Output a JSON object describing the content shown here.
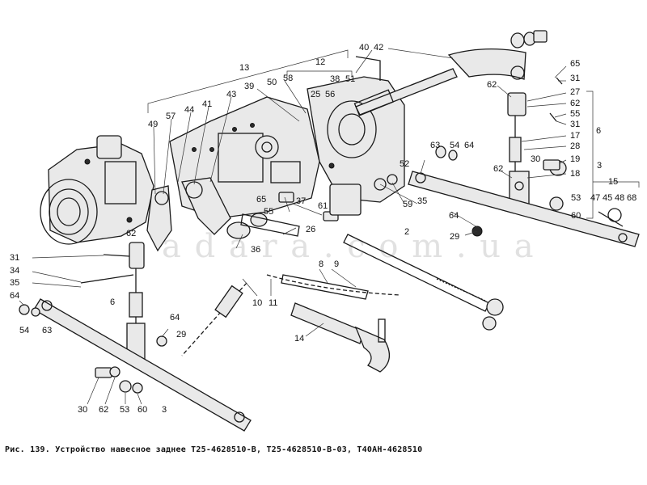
{
  "caption": "Рис. 139. Устройство навесное заднее Т25-4628510-В, Т25-4628510-В-03, Т40АН-4628510",
  "watermark": "a d a r a . c o m . u a",
  "colors": {
    "ink": "#111111",
    "paper": "#ffffff",
    "watermark": "#c8c8c8"
  },
  "callouts": {
    "c13": "13",
    "c12": "12",
    "c40": "40",
    "c42": "42",
    "c65a": "65",
    "c31a": "31",
    "c58": "58",
    "c50": "50",
    "c39": "39",
    "c38": "38",
    "c51": "51",
    "c25": "25",
    "c56": "56",
    "c62a": "62",
    "c27": "27",
    "c62b": "62",
    "c55a": "55",
    "c31b": "31",
    "c17": "17",
    "c6a": "6",
    "c49": "49",
    "c57": "57",
    "c44": "44",
    "c41": "41",
    "c43": "43",
    "c28": "28",
    "c19": "19",
    "c30a": "30",
    "c62c": "62",
    "c18": "18",
    "c3a": "3",
    "c63a": "63",
    "c54a": "54",
    "c64a": "64",
    "c52": "52",
    "c15": "15",
    "c65b": "65",
    "c37": "37",
    "c61": "61",
    "c59": "59",
    "c35a": "35",
    "c47": "47",
    "c45": "45",
    "c48": "48",
    "c68": "68",
    "c53a": "53",
    "c60a": "60",
    "c55b": "55",
    "c64b": "64",
    "c2": "2",
    "c26": "26",
    "c29a": "29",
    "c31c": "31",
    "c62d": "62",
    "c36": "36",
    "c34": "34",
    "c35b": "35",
    "c8": "8",
    "c9": "9",
    "c64c": "64",
    "c6b": "6",
    "c10": "10",
    "c11": "11",
    "c54b": "54",
    "c63b": "63",
    "c64d": "64",
    "c29b": "29",
    "c14": "14",
    "c30b": "30",
    "c62e": "62",
    "c53b": "53",
    "c60b": "60",
    "c3b": "3"
  }
}
